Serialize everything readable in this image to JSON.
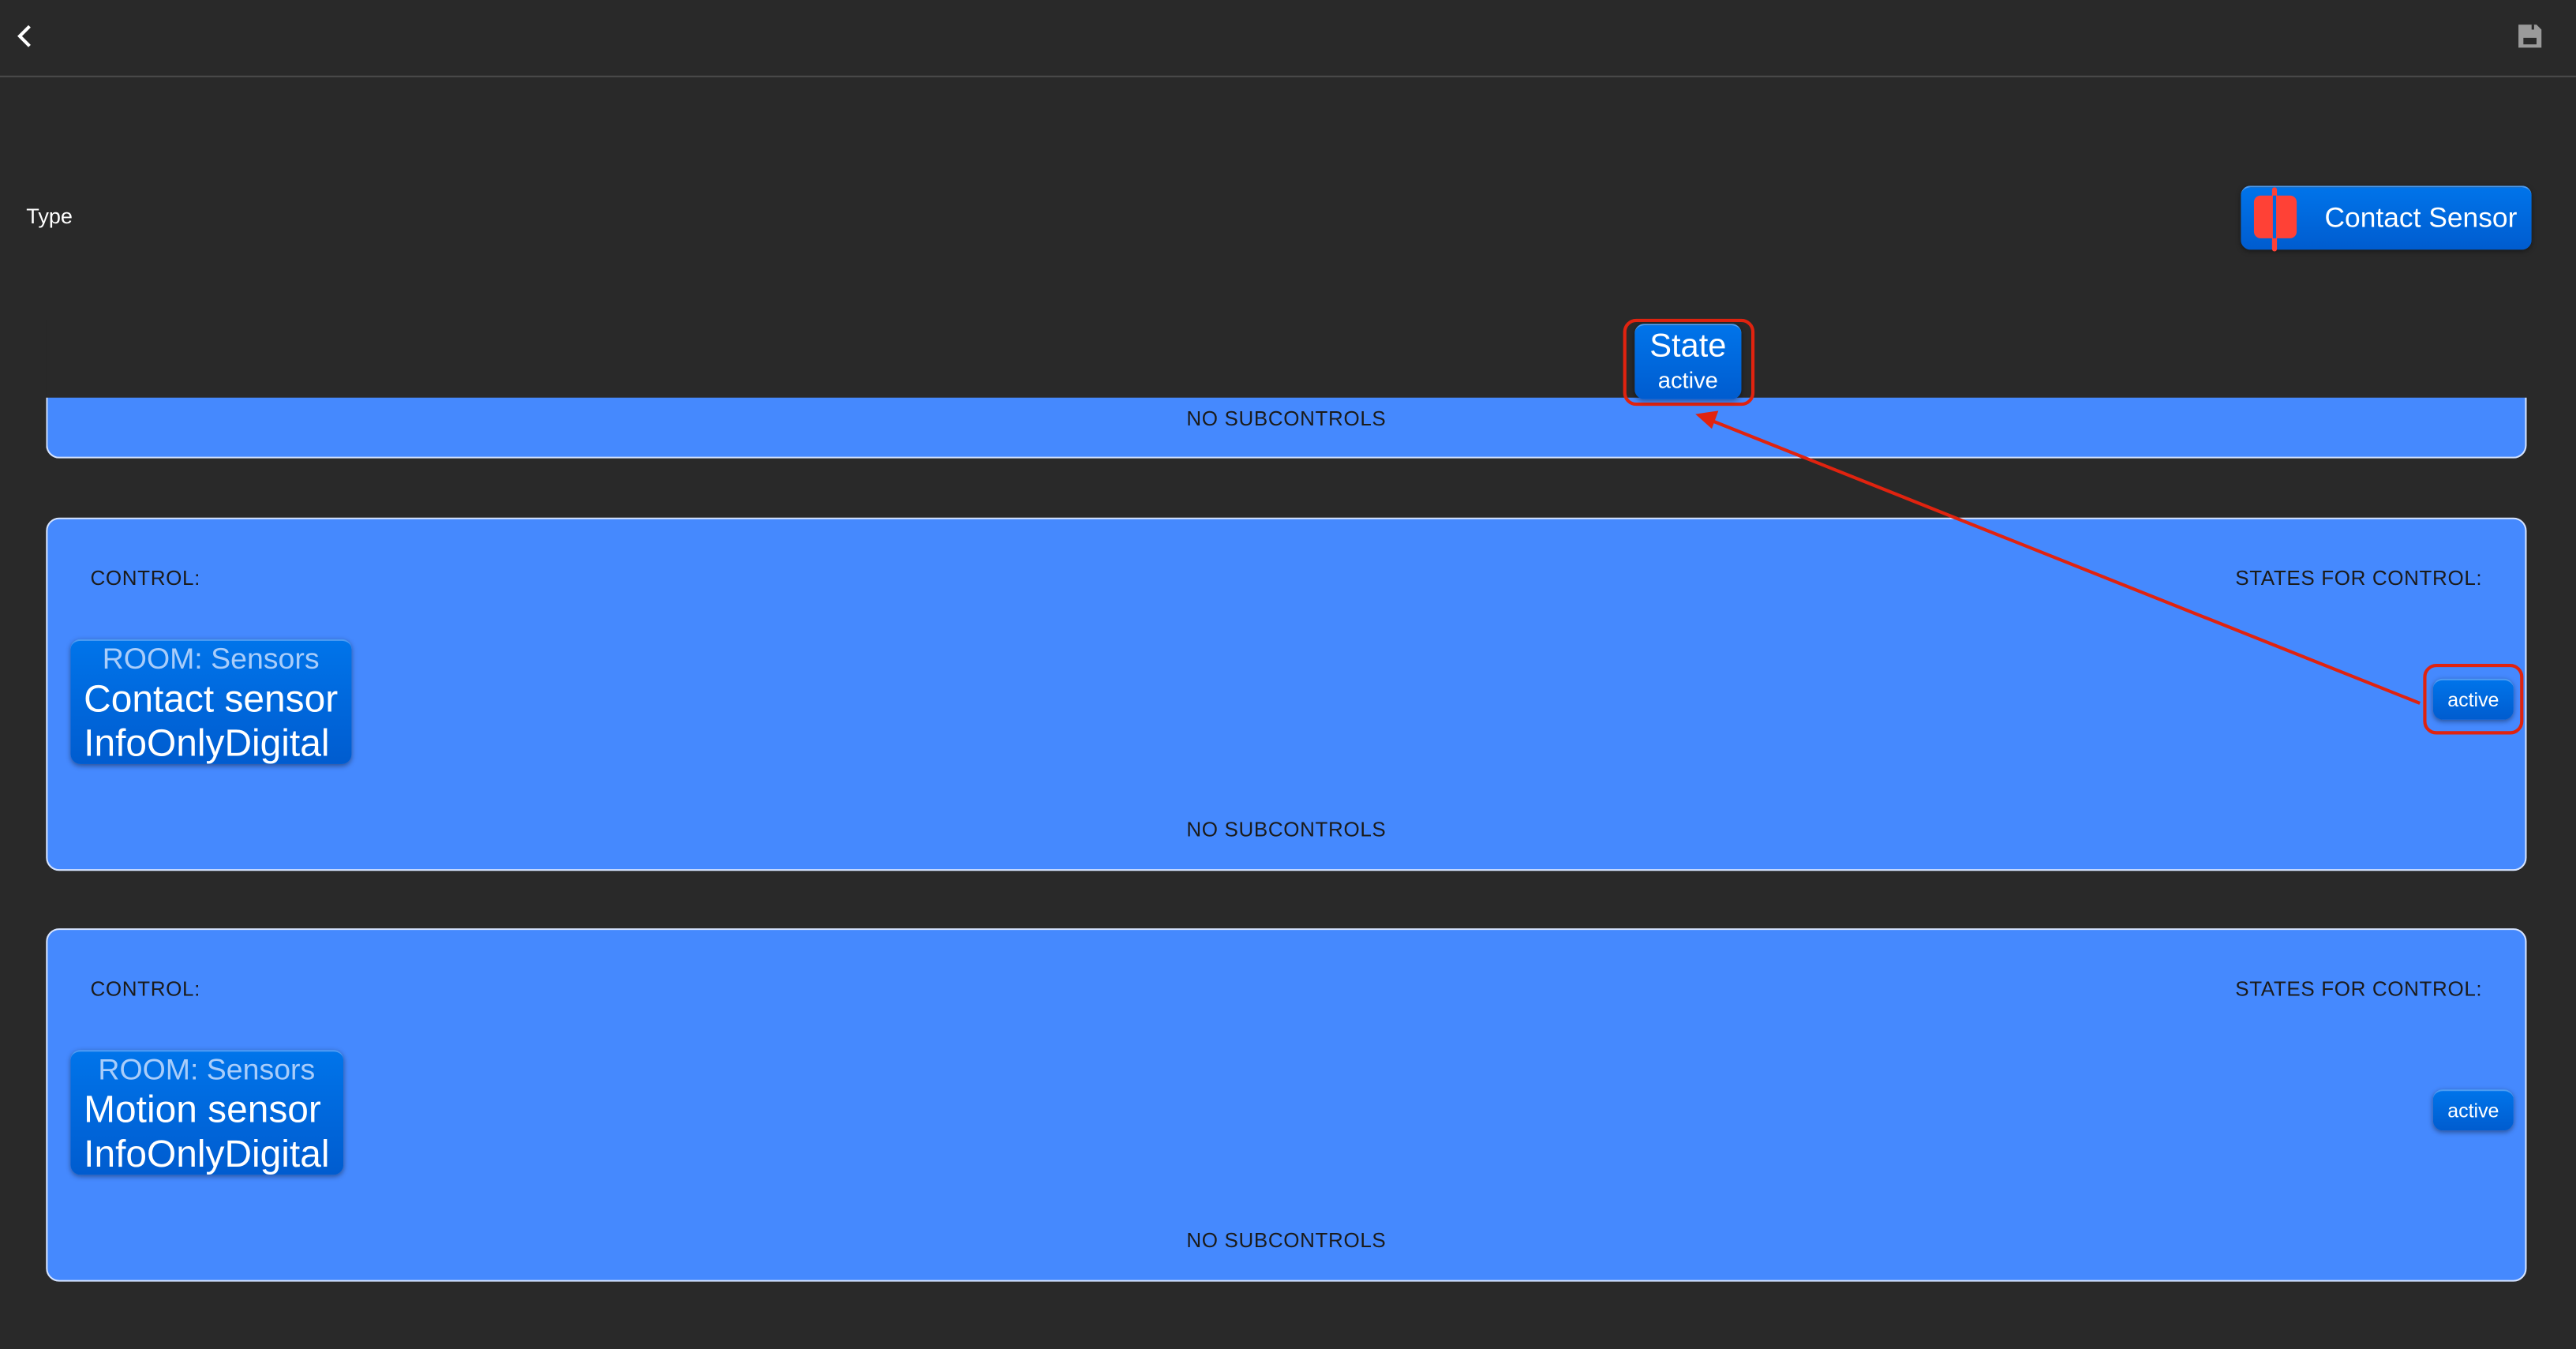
{
  "header": {
    "back_icon": "chevron-left-icon",
    "save_icon": "floppy-disk-icon"
  },
  "type_row": {
    "label": "Type",
    "value": "Contact Sensor",
    "icon": "contact-sensor-icon"
  },
  "state_button": {
    "title": "State",
    "value": "active"
  },
  "cards": [
    {
      "subcontrols": "NO SUBCONTROLS"
    },
    {
      "control_label": "CONTROL:",
      "states_label": "STATES FOR CONTROL:",
      "room": "ROOM: Sensors",
      "name_line1": "Contact sensor",
      "name_line2": "InfoOnlyDigital",
      "state": "active",
      "subcontrols": "NO SUBCONTROLS"
    },
    {
      "control_label": "CONTROL:",
      "states_label": "STATES FOR CONTROL:",
      "room": "ROOM: Sensors",
      "name_line1": "Motion sensor",
      "name_line2": "InfoOnlyDigital",
      "state": "active",
      "subcontrols": "NO SUBCONTROLS"
    }
  ],
  "colors": {
    "accent": "#0068e0",
    "card": "#4589fe",
    "annotation": "#e0230f",
    "icon_red": "#ff4136"
  }
}
